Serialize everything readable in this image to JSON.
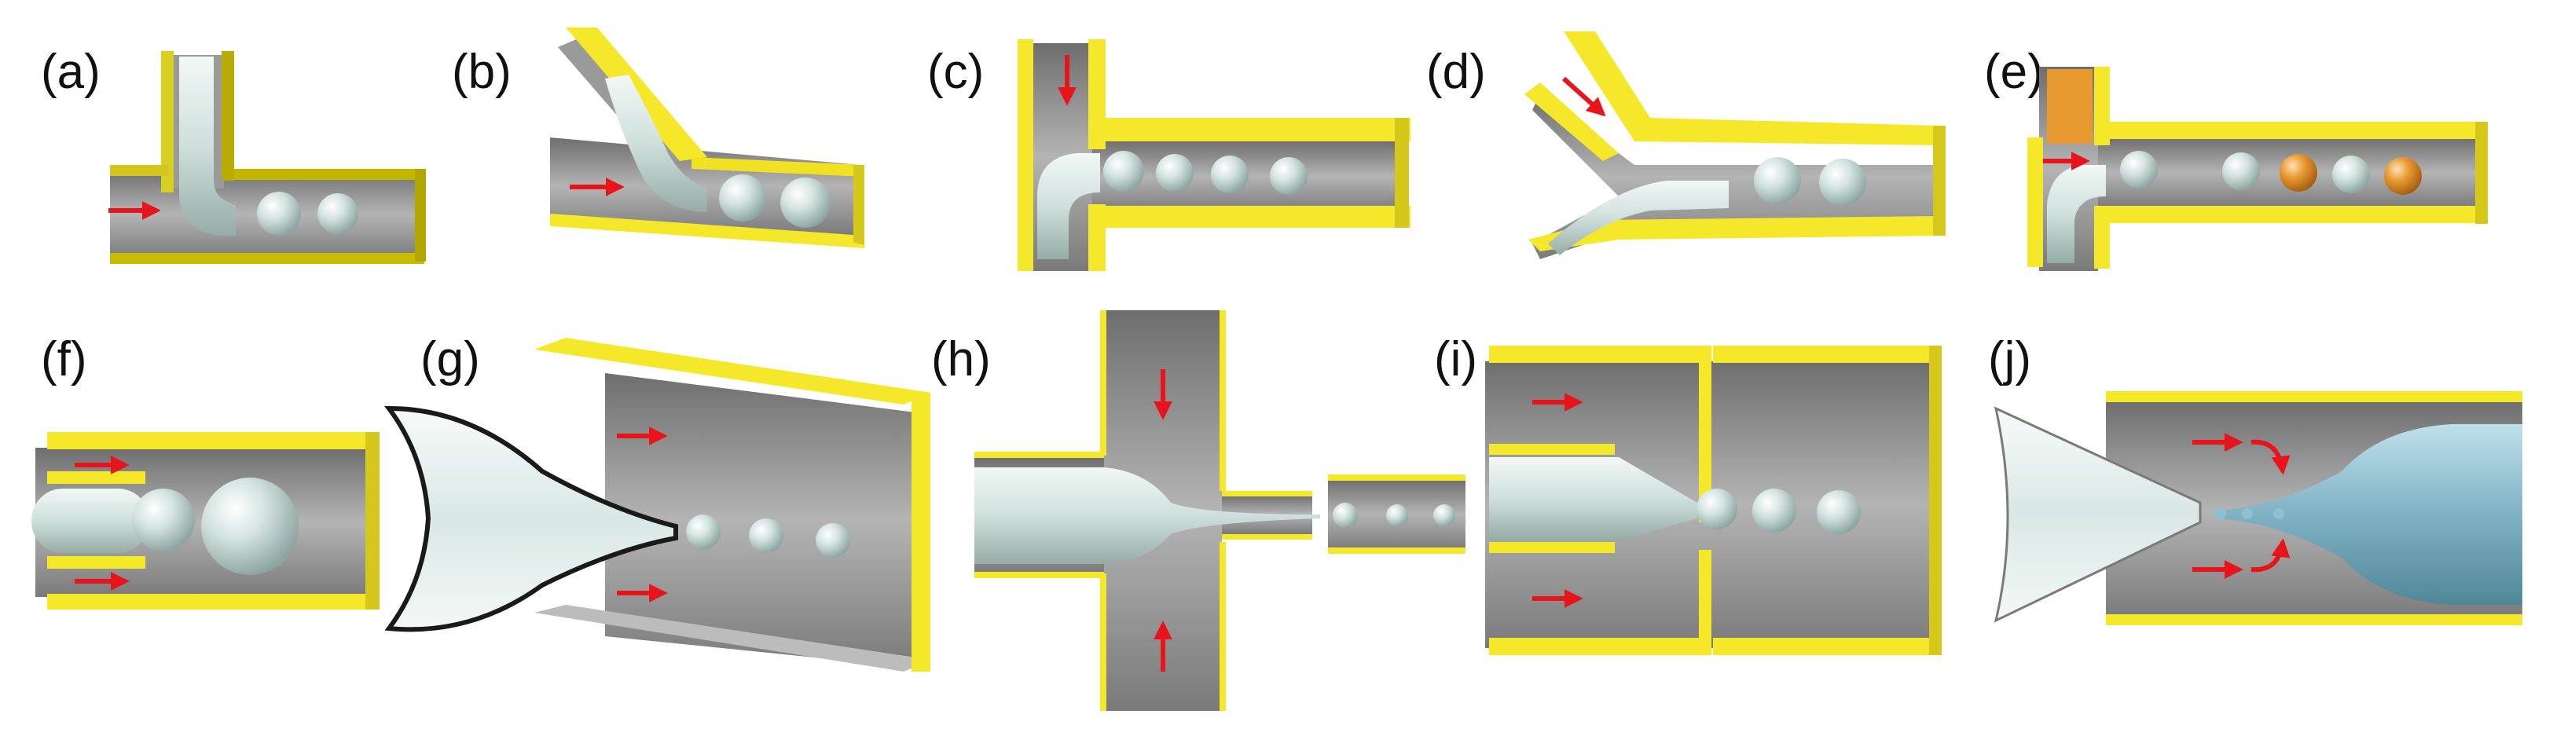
{
  "figure": {
    "panels": [
      {
        "id": "a",
        "label": "(a)"
      },
      {
        "id": "b",
        "label": "(b)"
      },
      {
        "id": "c",
        "label": "(c)"
      },
      {
        "id": "d",
        "label": "(d)"
      },
      {
        "id": "e",
        "label": "(e)"
      },
      {
        "id": "f",
        "label": "(f)"
      },
      {
        "id": "g",
        "label": "(g)"
      },
      {
        "id": "h",
        "label": "(h)"
      },
      {
        "id": "i",
        "label": "(i)"
      },
      {
        "id": "j",
        "label": "(j)"
      }
    ]
  },
  "colors": {
    "channel_wall": "#f5e72a",
    "channel_wall_dark": "#c8b400",
    "channel_floor": "#8a8a8a",
    "channel_floor_light": "#bdbdbd",
    "droplet": "#c9dcd8",
    "droplet_orange": "#e89a30",
    "arrow": "#e8141c",
    "nozzle_glass": "#e4efec",
    "blue_fluid": "#7fb2c4"
  }
}
